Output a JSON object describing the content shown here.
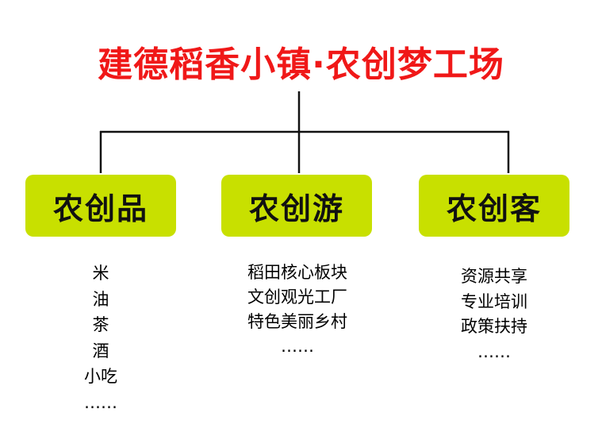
{
  "colors": {
    "title": "#f01818",
    "box_fill": "#c8e000",
    "line": "#111111"
  },
  "title": "建德稻香小镇·农创梦工场",
  "branches": [
    {
      "label": "农创品",
      "items": [
        "米",
        "油",
        "茶",
        "酒",
        "小吃",
        "……"
      ]
    },
    {
      "label": "农创游",
      "items": [
        "稻田核心板块",
        "文创观光工厂",
        "特色美丽乡村",
        "……"
      ]
    },
    {
      "label": "农创客",
      "items": [
        "资源共享",
        "专业培训",
        "政策扶持",
        "……"
      ]
    }
  ]
}
